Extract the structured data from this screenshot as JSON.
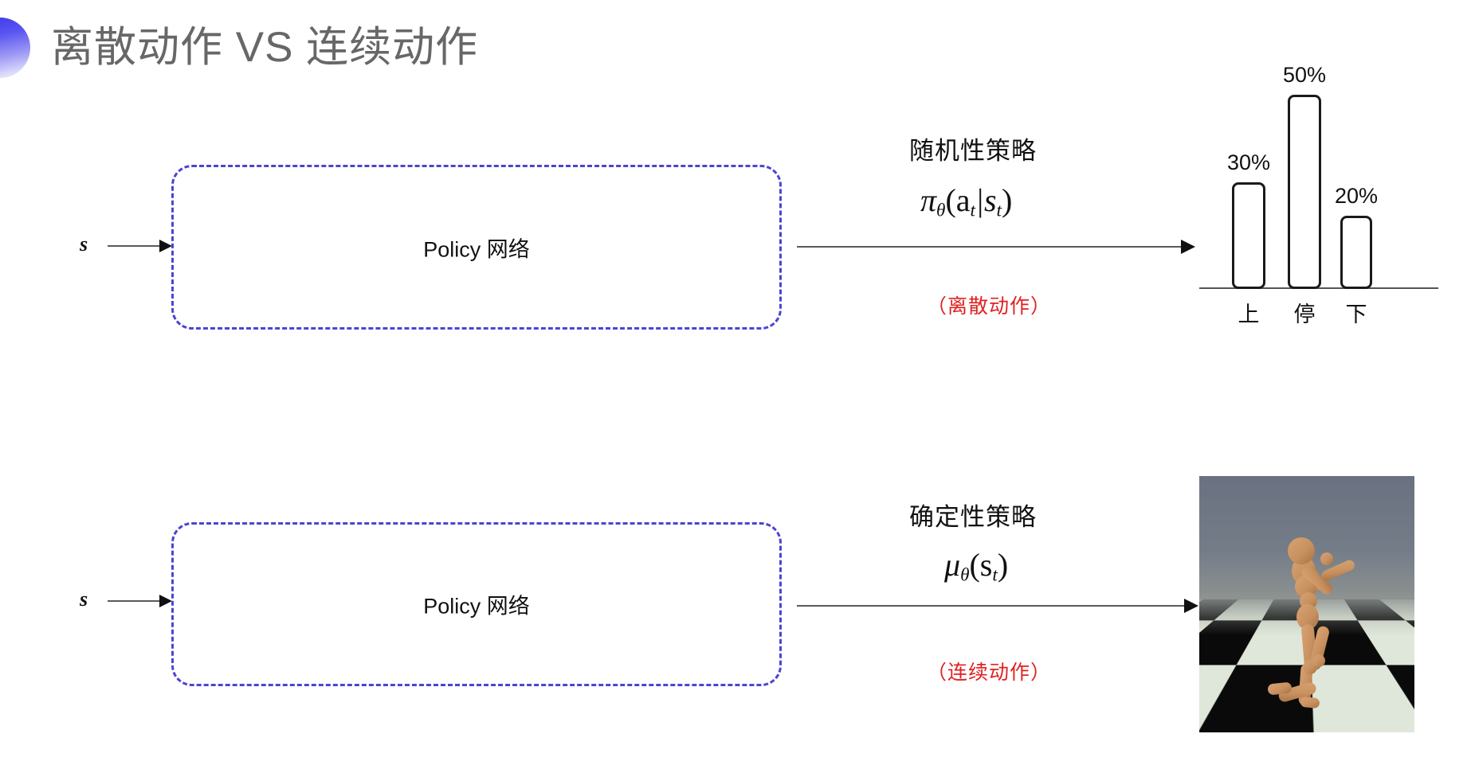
{
  "slide": {
    "title": "离散动作 VS 连续动作",
    "accent_color": "#4b45d0",
    "title_color": "#676767",
    "note_color": "#e02020"
  },
  "rows": [
    {
      "input_label": "s",
      "box_label": "Policy 网络",
      "policy_kind": "随机性策略",
      "formula_main": "π",
      "formula_sub": "θ",
      "formula_args": "(a",
      "formula_arg_sub": "t",
      "formula_sep": "|s",
      "formula_arg_sub2": "t",
      "formula_close": ")",
      "action_note": "（离散动作）"
    },
    {
      "input_label": "s",
      "box_label": "Policy 网络",
      "policy_kind": "确定性策略",
      "formula_main": "μ",
      "formula_sub": "θ",
      "formula_args": "(s",
      "formula_arg_sub": "t",
      "formula_close": ")",
      "action_note": "（连续动作）"
    }
  ],
  "chart_data": {
    "type": "bar",
    "title": "",
    "xlabel": "",
    "ylabel": "",
    "categories": [
      "上",
      "停",
      "下"
    ],
    "values": [
      30,
      50,
      20
    ],
    "value_labels": [
      "30%",
      "50%",
      "20%"
    ],
    "ylim": [
      0,
      60
    ],
    "grid": false,
    "legend": "none",
    "bar_fill": "#ffffff",
    "bar_stroke": "#1a1a1a"
  },
  "humanoid": {
    "caption": "",
    "alt": "MuJoCo humanoid walking on a checkerboard floor"
  }
}
